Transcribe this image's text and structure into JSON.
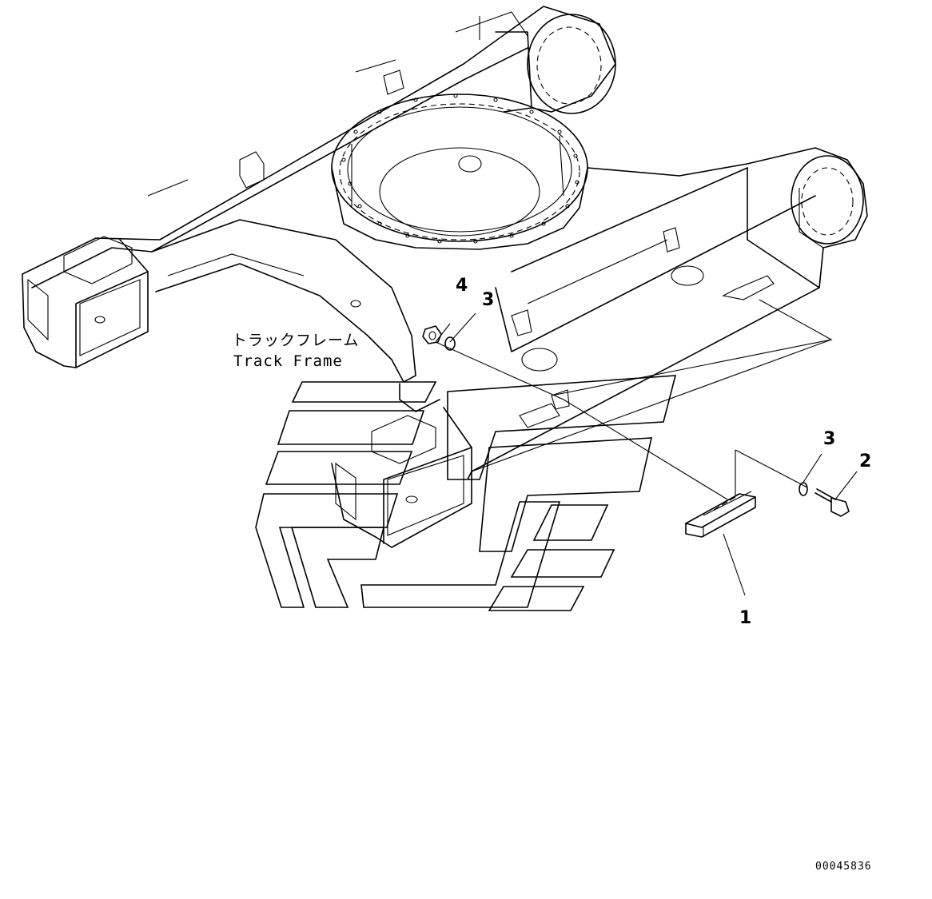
{
  "diagram": {
    "label_jp": "トラックフレーム",
    "label_en": "Track Frame",
    "drawing_code": "00045836",
    "callouts": {
      "step": "1",
      "bolt": "2",
      "washer_lower": "3",
      "washer_upper": "3",
      "nut": "4"
    }
  }
}
